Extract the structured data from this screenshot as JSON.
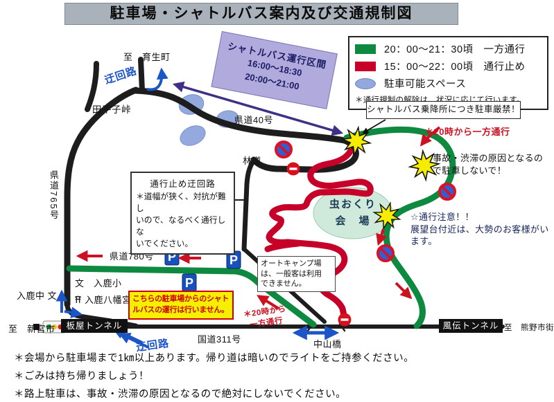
{
  "title": "駐車場・シャトルバス案内及び交通規制図",
  "legend": {
    "green_label": "20：00～21：30頃　一方通行",
    "red_label": "15：00～22：00頃　通行止め",
    "ellipse_label": "駐車可能スペース",
    "note": "＊通行規制の解除は、状況に応じて行います。"
  },
  "shuttle_section": {
    "title": "シャトルバス運行区間",
    "time1": "16:00～18:30",
    "time2": "20:00～21:00"
  },
  "no_parking_notice": "シャトルバス乗降所につき駐車厳禁！",
  "boxes": {
    "closed_detour_title": "通行止め迂回路",
    "closed_detour_body": "＊道幅が狭く、対抗が難し\nいので、なるべく通行しな\nいでください。",
    "autocamp": "オートキャンプ場\nは、一般客は利用\nできません。",
    "no_shuttle_from_lot": "こちらの駐車場からのシャト\nルバスの運行は行いません。"
  },
  "map_labels": {
    "to_ikusei": "至　育生町",
    "detour_top": "迂回路",
    "tabirako_pass": "田平子峠",
    "route_765": "県道765号",
    "route_40": "県道40号",
    "forest_road": "林道",
    "route_780": "県道780号",
    "iruka_elementary": "文　入鹿小",
    "iruka_hachimangu": "入鹿八幡宮",
    "iruka_junior_high": "入鹿中 文",
    "to_shingu": "至　新宮市",
    "itaya_tunnel": "板屋トンネル",
    "detour_bottom": "迂回路",
    "route_311": "国道311号",
    "nakayama_bridge": "中山橋",
    "fuden_tunnel": "風伝トンネル",
    "to_kumano": "至　熊野市街",
    "venue": "虫おくり\n会　場",
    "parking_p": "P"
  },
  "annotations": {
    "oneway_from_20_top": "＊20時から一方通行",
    "no_parking_accident": "事故・渋滞の原因となるの\nで駐車しないで！",
    "caution_crowd": "☆通行注意！！\n展望台付近は、大勢のお客様がい\nます。",
    "oneway_from_20_bottom": "＊20時から\n一方通行"
  },
  "footer_notes": [
    "＊会場から駐車場まで1㎞以上あります。帰り道は暗いのでライトをご持参ください。",
    "＊ごみは持ち帰りましょう！",
    "＊路上駐車は、事故・渋滞の原因となるので絶対にしないでください。"
  ],
  "colors": {
    "oneway_green": "#0e8a40",
    "closed_red": "#c60028",
    "parking_blue": "#93a8dd",
    "accent_red_text": "#cc1122",
    "detour_blue_text": "#1b55c8"
  }
}
